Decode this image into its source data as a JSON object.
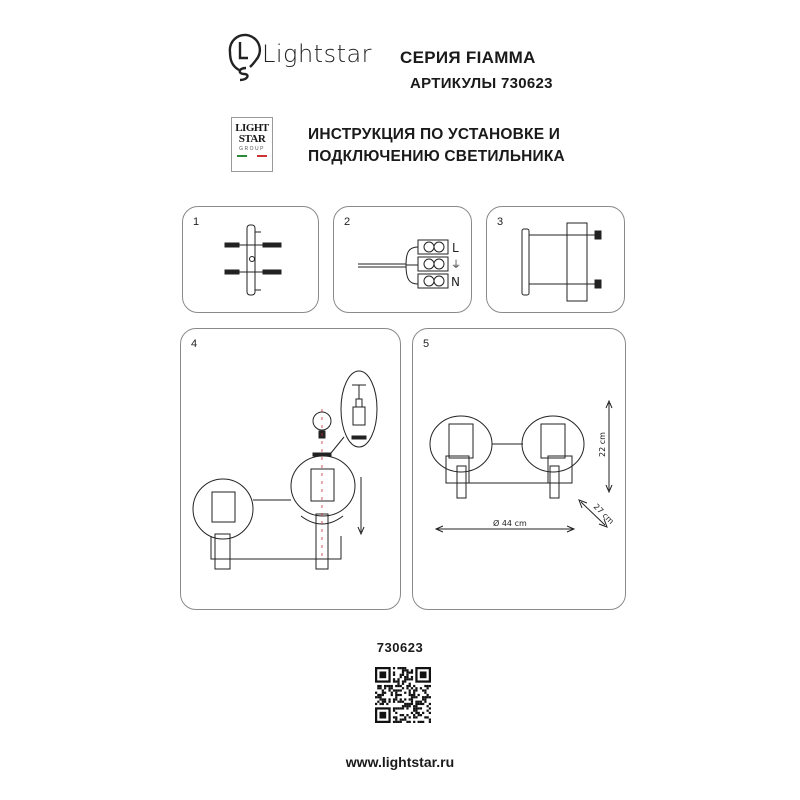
{
  "header": {
    "brand": "Lightstar",
    "series": "СЕРИЯ FIAMMA",
    "articles": "АРТИКУЛЫ 730623",
    "group_logo": {
      "line1": "LIGHT",
      "line2": "STAR",
      "line3": "GROUP"
    },
    "instruction_line1": "ИНСТРУКЦИЯ ПО УСТАНОВКЕ И",
    "instruction_line2": "ПОДКЛЮЧЕНИЮ СВЕТИЛЬНИКА"
  },
  "steps": [
    {
      "number": "1"
    },
    {
      "number": "2",
      "labels": {
        "live": "L",
        "earth": "⏚",
        "neutral": "N"
      }
    },
    {
      "number": "3"
    },
    {
      "number": "4"
    },
    {
      "number": "5",
      "dimensions": {
        "height": "22 cm",
        "depth": "27 cm",
        "width": "Ø 44 cm"
      }
    }
  ],
  "footer": {
    "article_code": "730623",
    "website": "www.lightstar.ru"
  }
}
